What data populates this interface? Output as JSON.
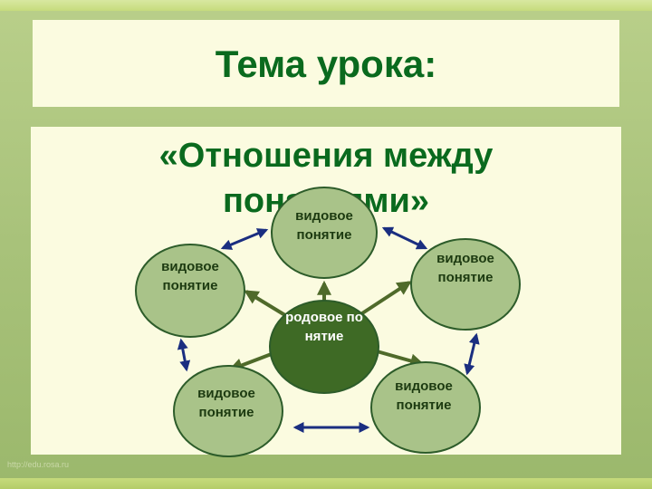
{
  "slide": {
    "title": "Тема урока:",
    "subtitle_line1": "«Отношения между",
    "subtitle_line2": "понятиями»",
    "watermark": "http://edu.rosa.ru"
  },
  "diagram": {
    "center": {
      "label": "родовое понятие"
    },
    "nodes": [
      {
        "id": "top",
        "label": "видовое понятие"
      },
      {
        "id": "right",
        "label": "видовое понятие"
      },
      {
        "id": "bottom-right",
        "label": "видовое понятие"
      },
      {
        "id": "bottom-left",
        "label": "видовое понятие"
      },
      {
        "id": "left",
        "label": "видовое понятие"
      }
    ]
  },
  "colors": {
    "title_text": "#0a6a1e",
    "node_fill": "#a9c389",
    "node_stroke": "#2d5c2a",
    "center_fill": "#3e6a25",
    "arrow_blue": "#1a2e80",
    "arrow_olive": "#4f6a2a"
  }
}
